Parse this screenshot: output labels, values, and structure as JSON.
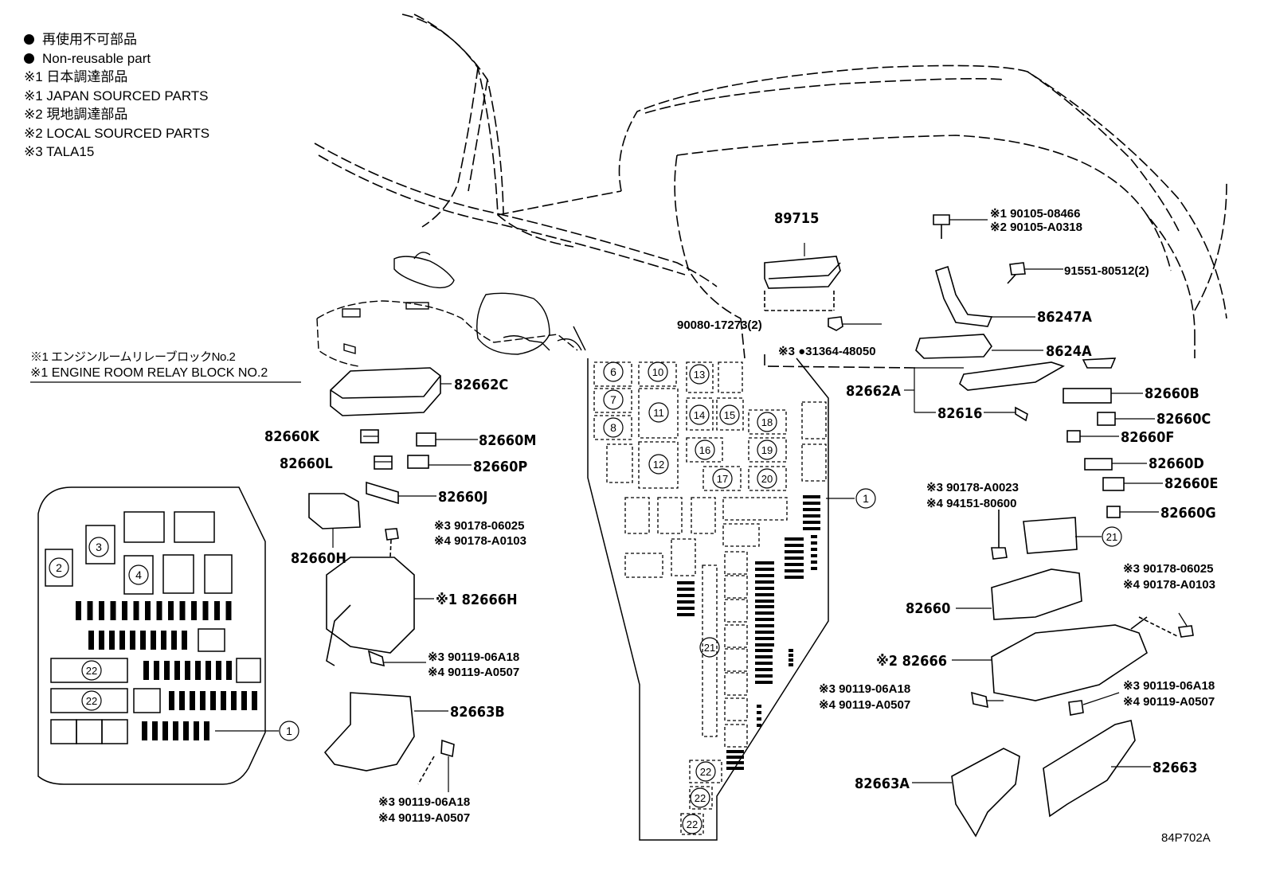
{
  "legend": {
    "items": [
      {
        "text": "再使用不可部品",
        "dot": true
      },
      {
        "text": "Non-reusable part",
        "dot": true
      },
      {
        "text": "※1 日本調達部品",
        "dot": false
      },
      {
        "text": "※1 JAPAN SOURCED PARTS",
        "dot": false
      },
      {
        "text": "※2 現地調達部品",
        "dot": false
      },
      {
        "text": "※2 LOCAL SOURCED PARTS",
        "dot": false
      },
      {
        "text": "※3 TALA15",
        "dot": false
      }
    ]
  },
  "block_title": {
    "jp": "※1 エンジンルームリレーブロックNo.2",
    "en": "※1 ENGINE ROOM RELAY BLOCK NO.2"
  },
  "parts": {
    "p89715": "89715",
    "p90105_1": "※1 90105-08466",
    "p90105_2": "※2 90105-A0318",
    "p91551": "91551-80512(2)",
    "p86247A": "86247A",
    "p90080": "90080-17273(2)",
    "p8624A": "8624A",
    "p31364": "※3 ●31364-48050",
    "p82662C": "82662C",
    "p82662A": "82662A",
    "p82616": "82616",
    "p82660B": "82660B",
    "p82660C": "82660C",
    "p82660F": "82660F",
    "p82660D": "82660D",
    "p82660E": "82660E",
    "p82660G": "82660G",
    "p82660K": "82660K",
    "p82660M": "82660M",
    "p82660L": "82660L",
    "p82660P": "82660P",
    "p82660J": "82660J",
    "p82660H": "82660H",
    "p90178_06025_a": "※3 90178-06025",
    "p90178_A0103_a": "※4 90178-A0103",
    "p82666H": "※1 82666H",
    "p90119_a1": "※3 90119-06A18",
    "p90119_a2": "※4 90119-A0507",
    "p82663B": "82663B",
    "p90119_b1": "※3 90119-06A18",
    "p90119_b2": "※4 90119-A0507",
    "p90178_A0023": "※3 90178-A0023",
    "p94151": "※4 94151-80600",
    "p90178_06025_b": "※3 90178-06025",
    "p90178_A0103_b": "※4 90178-A0103",
    "p82660": "82660",
    "p82666": "※2 82666",
    "p90119_c1": "※3 90119-06A18",
    "p90119_c2": "※4 90119-A0507",
    "p90119_d1": "※3 90119-06A18",
    "p90119_d2": "※4 90119-A0507",
    "p82663A": "82663A",
    "p82663": "82663"
  },
  "callouts": {
    "c1": "1",
    "c2": "2",
    "c3": "3",
    "c4": "4",
    "c6": "6",
    "c7": "7",
    "c8": "8",
    "c10": "10",
    "c11": "11",
    "c12": "12",
    "c13": "13",
    "c14": "14",
    "c15": "15",
    "c16": "16",
    "c17": "17",
    "c18": "18",
    "c19": "19",
    "c20": "20",
    "c21": "21",
    "c22": "22"
  },
  "diagram_id": "84P702A"
}
